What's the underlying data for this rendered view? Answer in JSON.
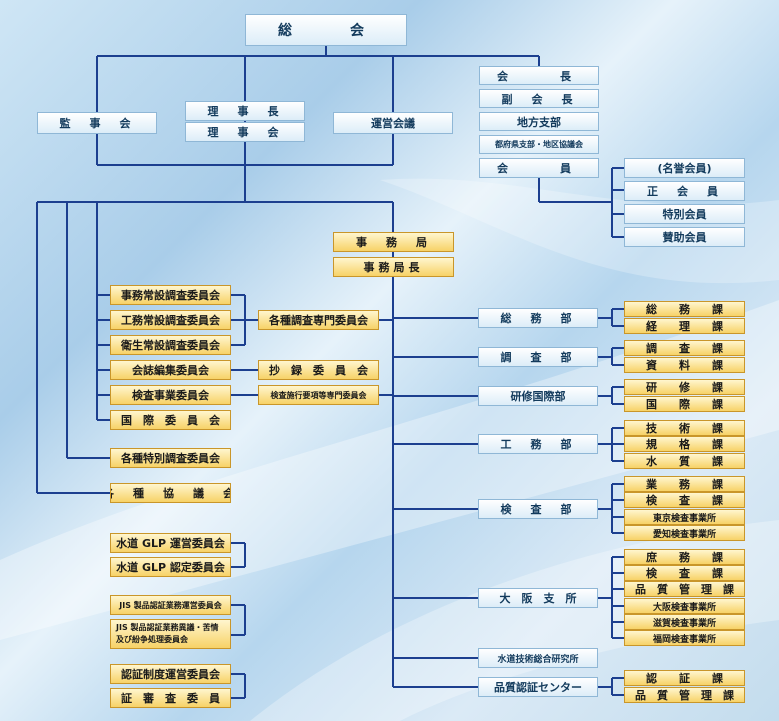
{
  "top": {
    "general_meeting": "総　　会"
  },
  "governance": {
    "auditors": "監　事　会",
    "chairman": "理　事　長",
    "board": "理　事　会",
    "steering": "運営会議"
  },
  "officers": {
    "president": "会　　長",
    "vice_president": "副　会　長",
    "regional_branch": "地方支部",
    "prefectural": "都府県支部・地区協議会",
    "members": "会　　員"
  },
  "member_types": [
    "(名誉会員)",
    "正　会　員",
    "特別会員",
    "賛助会員"
  ],
  "secretariat": {
    "office": "事　務　局",
    "director": "事務局長"
  },
  "committees": {
    "standing": [
      "事務常設調査委員会",
      "工務常設調査委員会",
      "衛生常設調査委員会"
    ],
    "specialist": "各種調査専門委員会",
    "journal": "会誌編集委員会",
    "abstract": "抄　録　委　員　会",
    "inspection": "検査事業委員会",
    "inspection_special": "検査施行要項等専門委員会",
    "international": "国　際　委　員　会",
    "special_survey": "各種特別調査委員会",
    "councils": "各　種　協　議　会",
    "glp_ops": "水道 GLP 運営委員会",
    "glp_cert": "水道 GLP 認定委員会",
    "jis_ops": "JIS 製品認証業務運営委員会",
    "jis_complaint_1": "JIS 製品認証業務異議・苦情",
    "jis_complaint_2": "及び紛争処理委員会",
    "cert_system": "認証制度運営委員会",
    "cert_review": "認　証　審　査　委　員　会"
  },
  "departments": [
    {
      "name": "総　務　部",
      "sections": [
        "総　　務　　課",
        "経　　理　　課"
      ]
    },
    {
      "name": "調　査　部",
      "sections": [
        "調　　査　　課",
        "資　　料　　課"
      ]
    },
    {
      "name": "研修国際部",
      "sections": [
        "研　　修　　課",
        "国　　際　　課"
      ]
    },
    {
      "name": "工　務　部",
      "sections": [
        "技　　術　　課",
        "規　　格　　課",
        "水　　質　　課"
      ]
    },
    {
      "name": "検　査　部",
      "sections": [
        "業　　務　　課",
        "検　　査　　課",
        "東京検査事業所",
        "愛知検査事業所"
      ]
    },
    {
      "name": "大　阪　支　所",
      "sections": [
        "庶　　務　　課",
        "検　　査　　課",
        "品　質　管　理　課",
        "大阪検査事業所",
        "滋賀検査事業所",
        "福岡検査事業所"
      ]
    },
    {
      "name": "水道技術総合研究所",
      "sections": []
    },
    {
      "name": "品質認証センター",
      "sections": [
        "認　　証　　課",
        "品　質　管　理　課"
      ]
    }
  ],
  "colors": {
    "line": "#1c3f8f",
    "blue_box": "#dcedf8",
    "orange_box": "#f7d267",
    "background": "#b6d6ee"
  }
}
